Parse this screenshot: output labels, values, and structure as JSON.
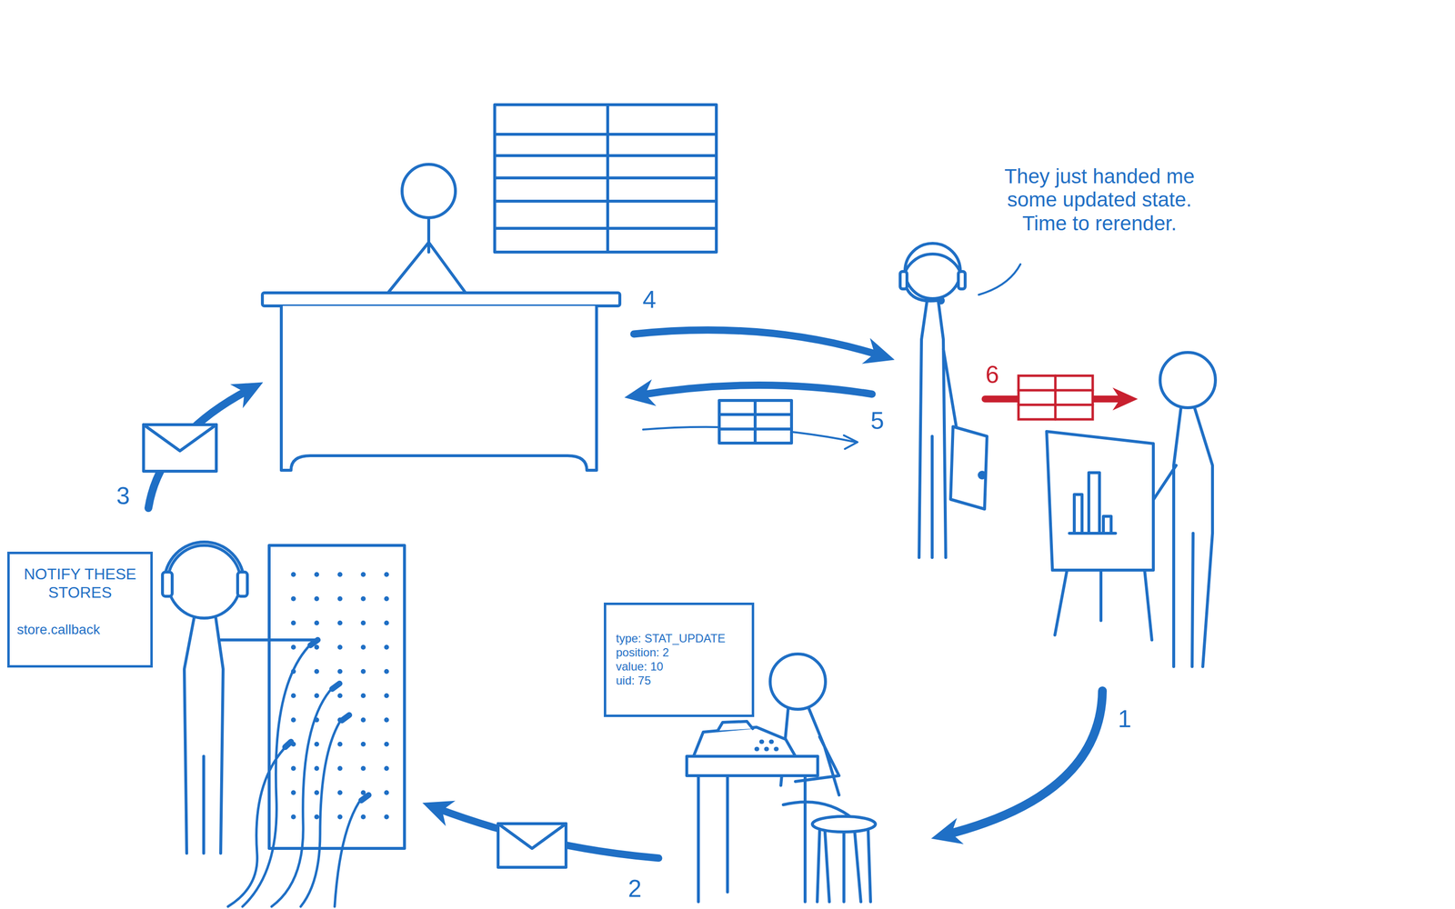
{
  "diagram": {
    "nodes": [
      {
        "text": [
          "NOTIFY THESE STORES",
          "store.callback"
        ]
      },
      {
        "text": [
          "type: STAT_UPDATE",
          "position: 2",
          "value: 10",
          "uid: 75"
        ]
      }
    ],
    "labels": [
      "They just handed me some updated state. Time to rerender.",
      "4",
      "6",
      "5",
      "3",
      "1",
      "2"
    ]
  }
}
